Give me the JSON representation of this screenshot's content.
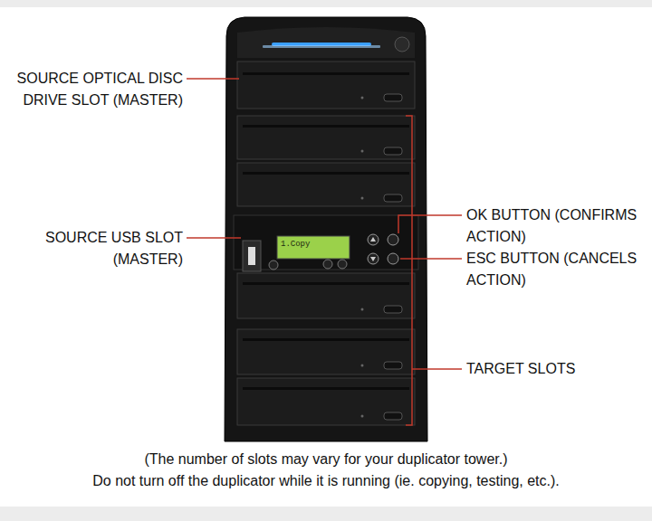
{
  "diagram": {
    "labels": [
      "SOURCE OPTICAL DISC DRIVE SLOT (MASTER)",
      "SOURCE USB SLOT (MASTER)",
      "OK BUTTON (CONFIRMS ACTION)",
      "ESC BUTTON (CANCELS ACTION)",
      "TARGET SLOTS",
      "1.Copy",
      "(The number of slots may vary for your duplicator tower.)",
      "Do not turn off the duplicator while it is running (ie. copying, testing, etc.)."
    ]
  }
}
